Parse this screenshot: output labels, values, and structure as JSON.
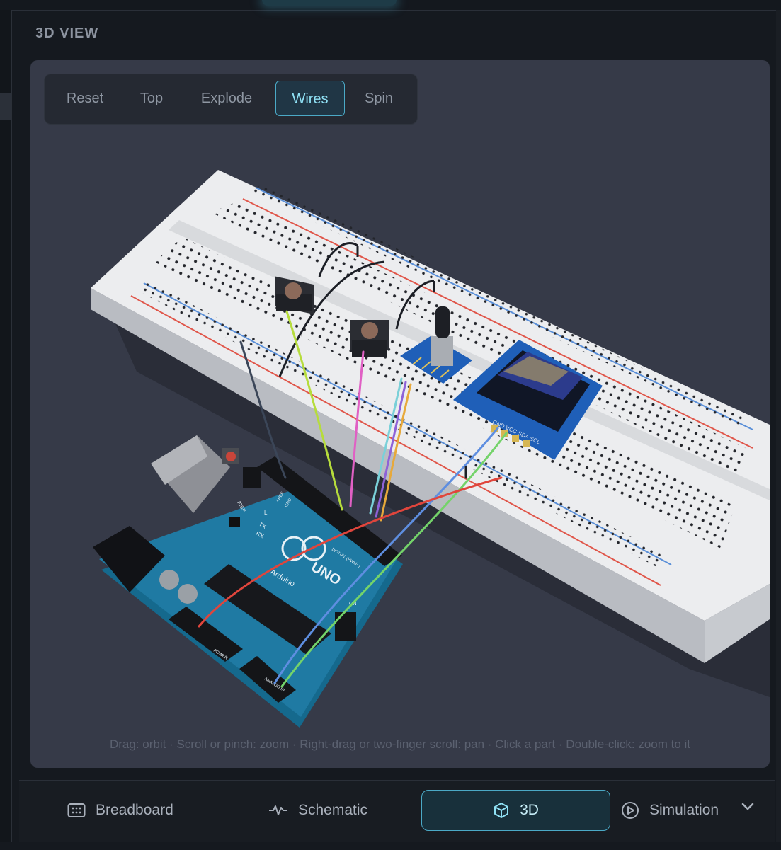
{
  "panel": {
    "title": "3D VIEW"
  },
  "toolbar": {
    "buttons": [
      {
        "label": "Reset",
        "active": false
      },
      {
        "label": "Top",
        "active": false
      },
      {
        "label": "Explode",
        "active": false
      },
      {
        "label": "Wires",
        "active": true
      },
      {
        "label": "Spin",
        "active": false
      }
    ]
  },
  "board": {
    "icsp_label": "ICSP",
    "aref_label": "AREF",
    "gnd_label": "GND",
    "l_label": "L",
    "tx_label": "TX",
    "rx_label": "RX",
    "brand": "Arduino",
    "model": "UNO",
    "digital_label": "DIGITAL (PWM~)",
    "on_label": "ON",
    "power_label": "POWER",
    "analog_label": "ANALOG IN"
  },
  "oled": {
    "pin_labels": "GND VCC SDA SCL"
  },
  "viewport": {
    "hint": "Drag: orbit · Scroll or pinch: zoom · Right-drag or two-finger scroll: pan · Click a part · Double-click: zoom to it"
  },
  "bottom_nav": {
    "items": [
      {
        "label": "Breadboard",
        "icon": "breadboard-icon",
        "active": false
      },
      {
        "label": "Schematic",
        "icon": "waveform-icon",
        "active": false
      },
      {
        "label": "3D",
        "icon": "cube-icon",
        "active": true
      },
      {
        "label": "Simulation",
        "icon": "play-circle-icon",
        "active": false
      }
    ]
  },
  "colors": {
    "accent": "#4ba9c6",
    "viewport_bg": "#363a48",
    "board_blue": "#1f7aa3",
    "breadboard": "#ecedef",
    "rail_red": "#e0564a",
    "rail_blue": "#5a8fd8",
    "wire_yellow_green": "#b6dc3c",
    "wire_pink": "#e060c4",
    "wire_red": "#e0453c",
    "wire_green": "#74d36a",
    "wire_blue": "#5e8ee0"
  }
}
